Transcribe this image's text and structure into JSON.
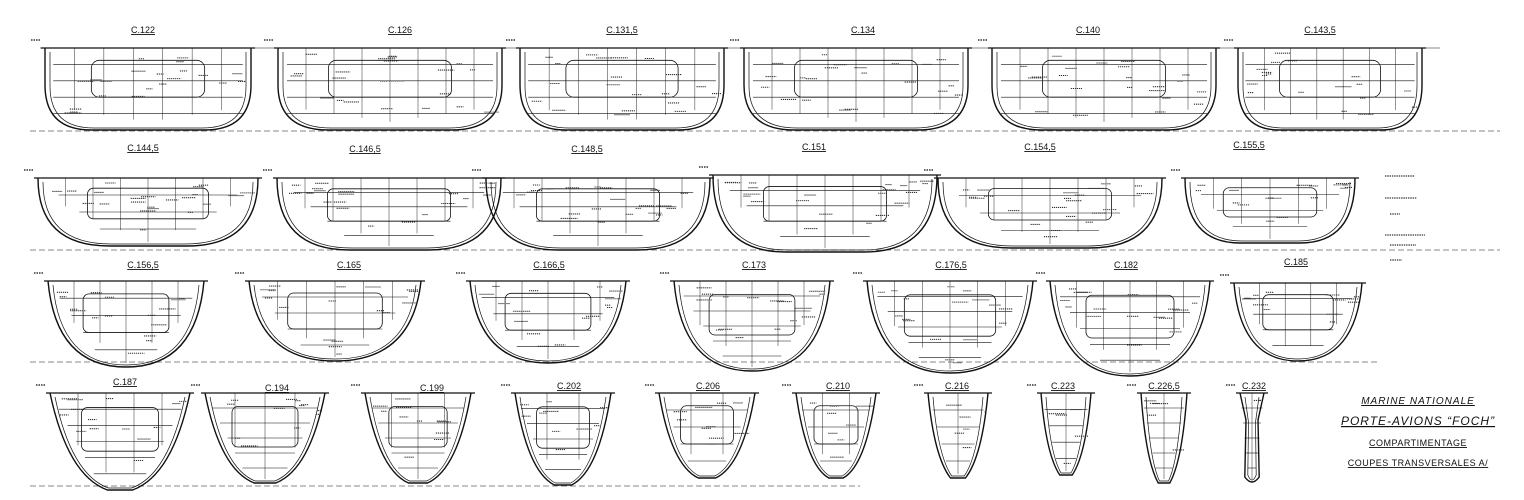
{
  "sections": [
    {
      "label": "C.122"
    },
    {
      "label": "C.126"
    },
    {
      "label": "C.131,5"
    },
    {
      "label": "C.134"
    },
    {
      "label": "C.140"
    },
    {
      "label": "C.143,5"
    },
    {
      "label": "C.144,5"
    },
    {
      "label": "C.146,5"
    },
    {
      "label": "C.148,5"
    },
    {
      "label": "C.151"
    },
    {
      "label": "C.154,5"
    },
    {
      "label": "C.155,5"
    },
    {
      "label": "C.156,5"
    },
    {
      "label": "C.165"
    },
    {
      "label": "C.166,5"
    },
    {
      "label": "C.173"
    },
    {
      "label": "C.176,5"
    },
    {
      "label": "C.182"
    },
    {
      "label": "C.185"
    },
    {
      "label": "C.187"
    },
    {
      "label": "C.194"
    },
    {
      "label": "C.199"
    },
    {
      "label": "C.202"
    },
    {
      "label": "C.206"
    },
    {
      "label": "C.210"
    },
    {
      "label": "C.216"
    },
    {
      "label": "C.223"
    },
    {
      "label": "C.226,5"
    },
    {
      "label": "C.232"
    }
  ],
  "title_block": {
    "line1": "MARINE NATIONALE",
    "line2": "PORTE-AVIONS “FOCH”",
    "line3": "COMPARTIMENTAGE",
    "line4": "COUPES TRANSVERSALES A/"
  },
  "colors": {
    "ink": "#111111",
    "paper": "#ffffff"
  }
}
